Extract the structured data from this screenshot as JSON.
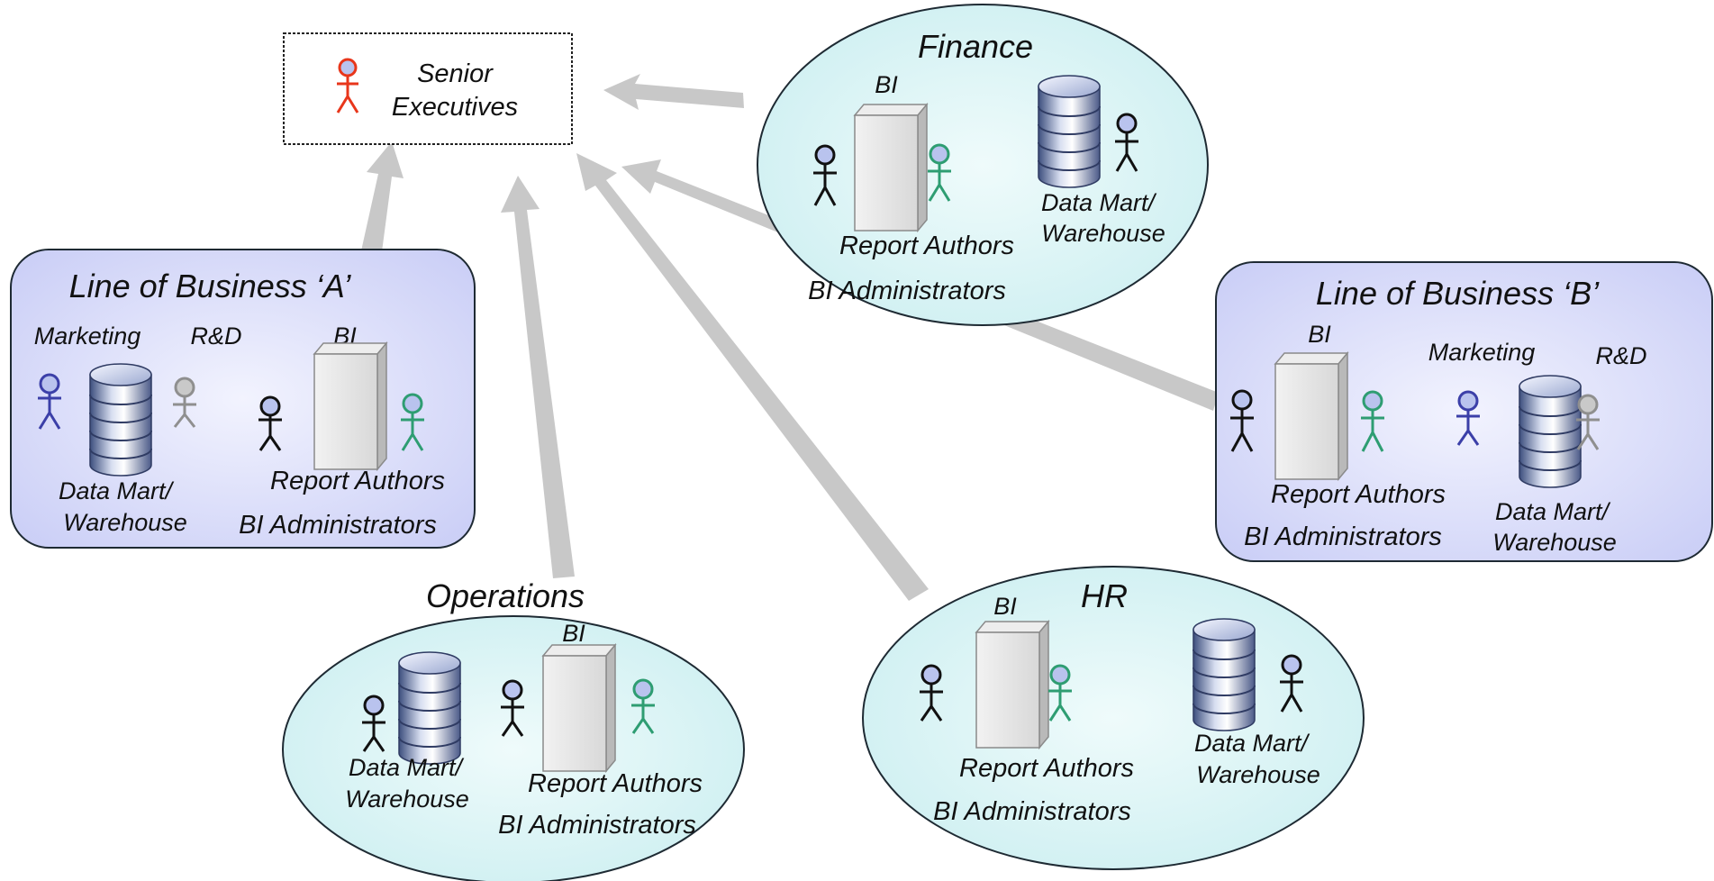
{
  "colors": {
    "arrow": "#c8c8c8",
    "oval_fill": "#d8f3f4",
    "lob_fill": "#dde0fb",
    "exec_actor": "#e8361b",
    "admin_actor": "#2e9d72",
    "marketing_actor": "#3b3fa8",
    "rd_actor": "#8f8f8f",
    "author_actor": "#111111",
    "actor_head_fill": "#b9c3ee"
  },
  "senior_executives": {
    "label_line1": "Senior",
    "label_line2": "Executives",
    "icon": "person-icon"
  },
  "finance": {
    "title": "Finance",
    "bi": "BI",
    "report_authors": "Report Authors",
    "bi_admins": "BI Administrators",
    "dw_line1": "Data Mart/",
    "dw_line2": "Warehouse"
  },
  "lob_a": {
    "title": "Line of Business ‘A’",
    "marketing": "Marketing",
    "rd": "R&D",
    "bi": "BI",
    "dw_line1": "Data Mart/",
    "dw_line2": "Warehouse",
    "report_authors": "Report Authors",
    "bi_admins": "BI Administrators"
  },
  "lob_b": {
    "title": "Line of Business ‘B’",
    "bi": "BI",
    "marketing": "Marketing",
    "rd": "R&D",
    "report_authors": "Report Authors",
    "bi_admins": "BI Administrators",
    "dw_line1": "Data Mart/",
    "dw_line2": "Warehouse"
  },
  "operations": {
    "title": "Operations",
    "bi": "BI",
    "dw_line1": "Data Mart/",
    "dw_line2": "Warehouse",
    "report_authors": "Report Authors",
    "bi_admins": "BI Administrators"
  },
  "hr": {
    "title": "HR",
    "bi": "BI",
    "report_authors": "Report Authors",
    "bi_admins": "BI Administrators",
    "dw_line1": "Data Mart/",
    "dw_line2": "Warehouse"
  }
}
